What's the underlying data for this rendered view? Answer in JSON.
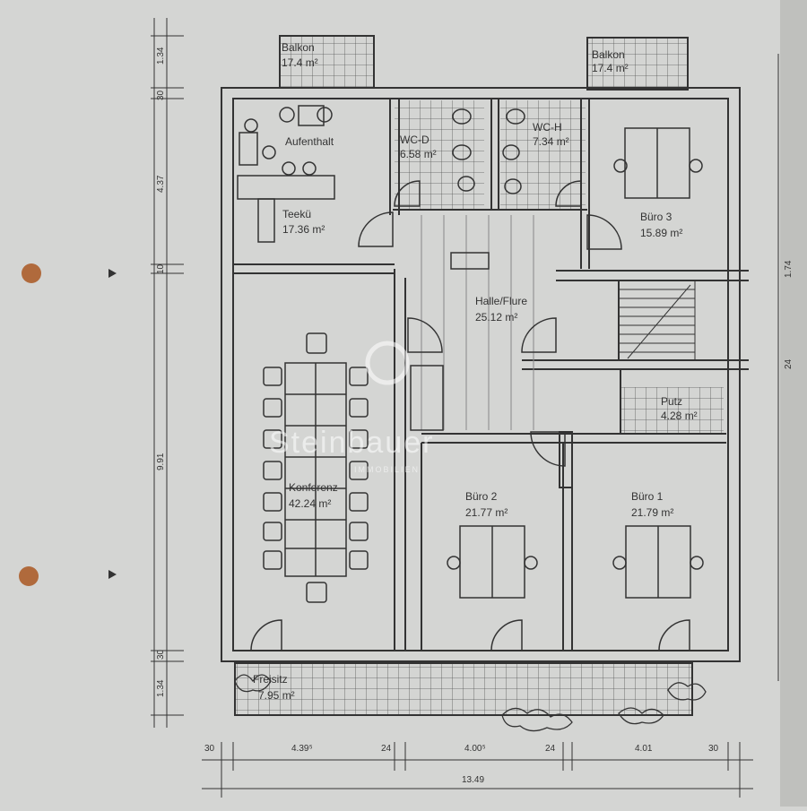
{
  "rooms": {
    "balkon_left": {
      "name": "Balkon",
      "area": "17.4 m²"
    },
    "balkon_right": {
      "name": "Balkon",
      "area": "17.4 m²"
    },
    "aufenthalt": {
      "name": "Aufenthalt"
    },
    "teekueche": {
      "name": "Teekü",
      "area": "17.36 m²"
    },
    "wc_d": {
      "name": "WC-D",
      "area": "6.58 m²"
    },
    "wc_h": {
      "name": "WC-H",
      "area": "7.34 m²"
    },
    "buero3": {
      "name": "Büro 3",
      "area": "15.89 m²"
    },
    "halle": {
      "name": "Halle/Flure",
      "area": "25.12 m²"
    },
    "konferenz": {
      "name": "Konferenz",
      "area": "42.24 m²"
    },
    "putz": {
      "name": "Putz",
      "area": "4.28 m²"
    },
    "buero2": {
      "name": "Büro 2",
      "area": "21.77 m²"
    },
    "buero1": {
      "name": "Büro 1",
      "area": "21.79 m²"
    },
    "freisitz": {
      "name": "Freisitz",
      "area": "7.95 m²"
    }
  },
  "dims_left": [
    "1.34",
    "30",
    "4.37",
    "10",
    "9.91",
    "30",
    "1.34"
  ],
  "dims_right": [
    "1.74",
    "24"
  ],
  "dims_bottom": {
    "d30a": "30",
    "d439": "4.39⁵",
    "d24a": "24",
    "d400": "4.00⁵",
    "d24b": "24",
    "d401": "4.01",
    "d30b": "30",
    "total": "13.49"
  },
  "watermark": {
    "brand": "Steinbauer",
    "sub": "IMMOBILIEN"
  },
  "colors": {
    "paper": "#d4d5d3",
    "line": "#3a3a3a",
    "hole": "#b06a3c"
  }
}
